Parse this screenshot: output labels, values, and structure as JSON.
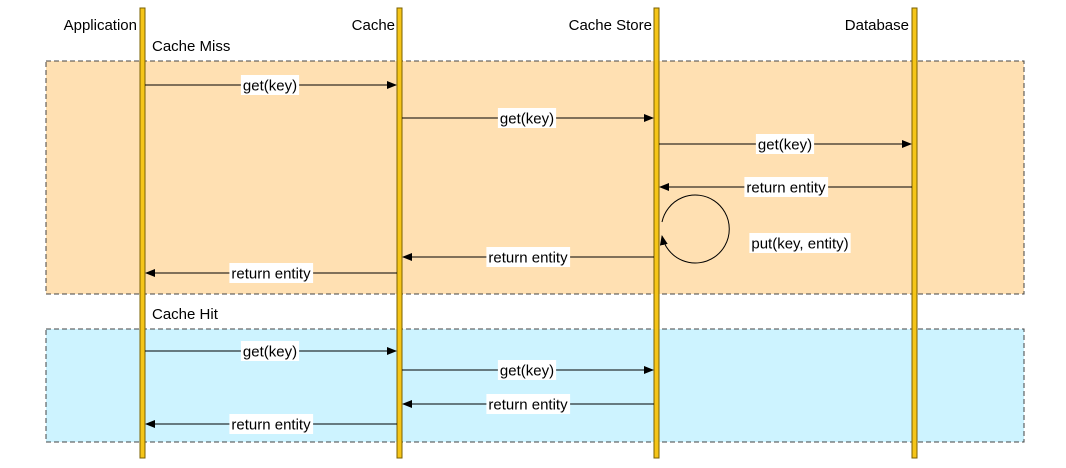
{
  "lifelines": [
    {
      "id": "application",
      "label": "Application"
    },
    {
      "id": "cache",
      "label": "Cache"
    },
    {
      "id": "cache_store",
      "label": "Cache Store"
    },
    {
      "id": "database",
      "label": "Database"
    }
  ],
  "sections": [
    {
      "label": "Cache Miss",
      "fill": "#ffe0b2"
    },
    {
      "label": "Cache Hit",
      "fill": "#cdf3ff"
    }
  ],
  "messages": [
    {
      "label": "get(key)",
      "from": "application",
      "to": "cache",
      "section": 0
    },
    {
      "label": "get(key)",
      "from": "cache",
      "to": "cache_store",
      "section": 0
    },
    {
      "label": "get(key)",
      "from": "cache_store",
      "to": "database",
      "section": 0
    },
    {
      "label": "return entity",
      "from": "database",
      "to": "cache_store",
      "section": 0
    },
    {
      "label": "put(key, entity)",
      "from": "cache_store",
      "to": "cache_store",
      "section": 0,
      "self": true
    },
    {
      "label": "return entity",
      "from": "cache_store",
      "to": "cache",
      "section": 0
    },
    {
      "label": "return entity",
      "from": "cache",
      "to": "application",
      "section": 0
    },
    {
      "label": "get(key)",
      "from": "application",
      "to": "cache",
      "section": 1
    },
    {
      "label": "get(key)",
      "from": "cache",
      "to": "cache_store",
      "section": 1
    },
    {
      "label": "return entity",
      "from": "cache_store",
      "to": "cache",
      "section": 1
    },
    {
      "label": "return entity",
      "from": "cache",
      "to": "application",
      "section": 1
    }
  ],
  "colors": {
    "lifeline": "#f5c518",
    "lifeline_stroke": "#7a6000",
    "section_border": "#444444",
    "arrow": "#000000"
  }
}
